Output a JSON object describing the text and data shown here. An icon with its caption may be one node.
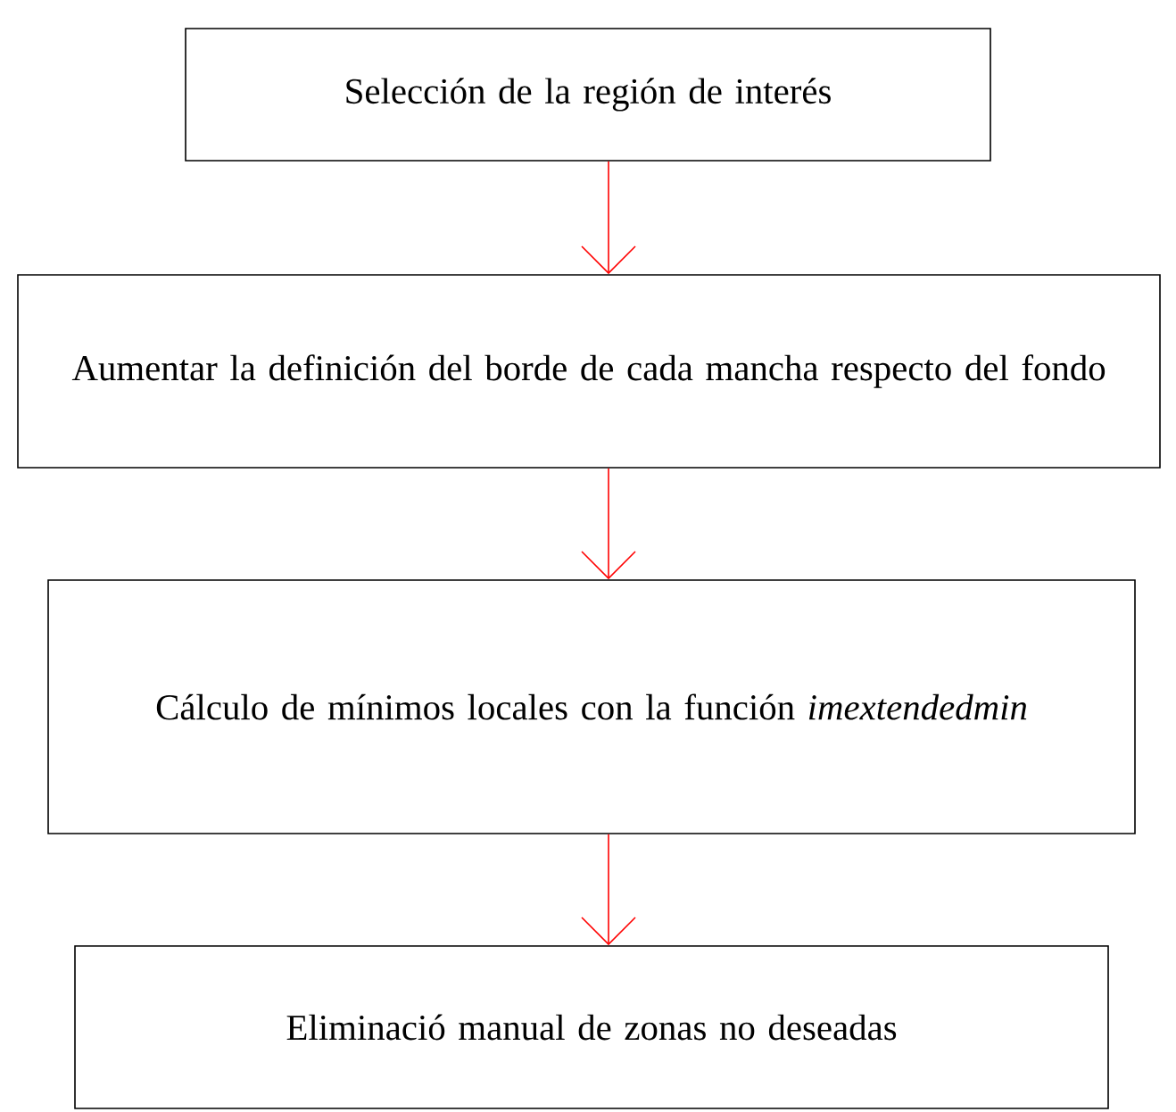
{
  "diagram": {
    "nodes": [
      {
        "text": [
          "Selección de la región de interés"
        ]
      },
      {
        "text": [
          "Aumentar la definición del borde de cada mancha respecto del fondo"
        ]
      },
      {
        "text": [
          "Cálculo de mínimos locales con la función *imextendedmin*"
        ]
      },
      {
        "text": [
          "Eliminació manual de zonas no deseadas"
        ]
      }
    ],
    "edges": [
      {
        "from": 0,
        "to": 1,
        "arrow": "to"
      },
      {
        "from": 1,
        "to": 2,
        "arrow": "to"
      },
      {
        "from": 2,
        "to": 3,
        "arrow": "to"
      }
    ]
  }
}
